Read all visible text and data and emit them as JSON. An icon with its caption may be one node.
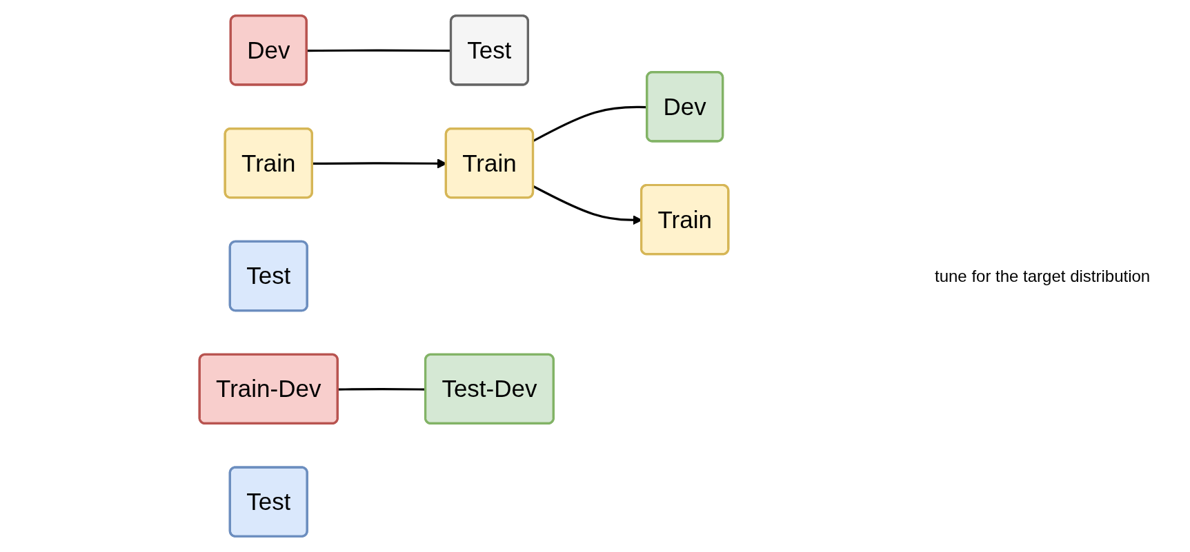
{
  "diagram": {
    "nodes": [
      {
        "text": [
          "Train"
        ]
      },
      {
        "text": [
          "Dev"
        ]
      },
      {
        "text": [
          "Test"
        ]
      },
      {
        "text": [
          "Train"
        ]
      },
      {
        "text": [
          "Dev"
        ]
      },
      {
        "text": [
          "Test"
        ]
      },
      {
        "text": [
          "Train"
        ]
      },
      {
        "text": [
          "Train-Dev"
        ]
      },
      {
        "text": [
          "Test-Dev"
        ]
      },
      {
        "text": [
          "Test"
        ]
      }
    ],
    "edges": [
      {
        "from": 1,
        "to": 2,
        "arrow": "none"
      },
      {
        "from": 3,
        "to": 4,
        "arrow": "none"
      },
      {
        "from": 7,
        "to": 8,
        "arrow": "none"
      },
      {
        "from": 0,
        "to": 3,
        "arrow": "to"
      },
      {
        "from": 3,
        "to": 6,
        "arrow": "to"
      }
    ],
    "labels": [
      "tune for the target distribution"
    ]
  }
}
